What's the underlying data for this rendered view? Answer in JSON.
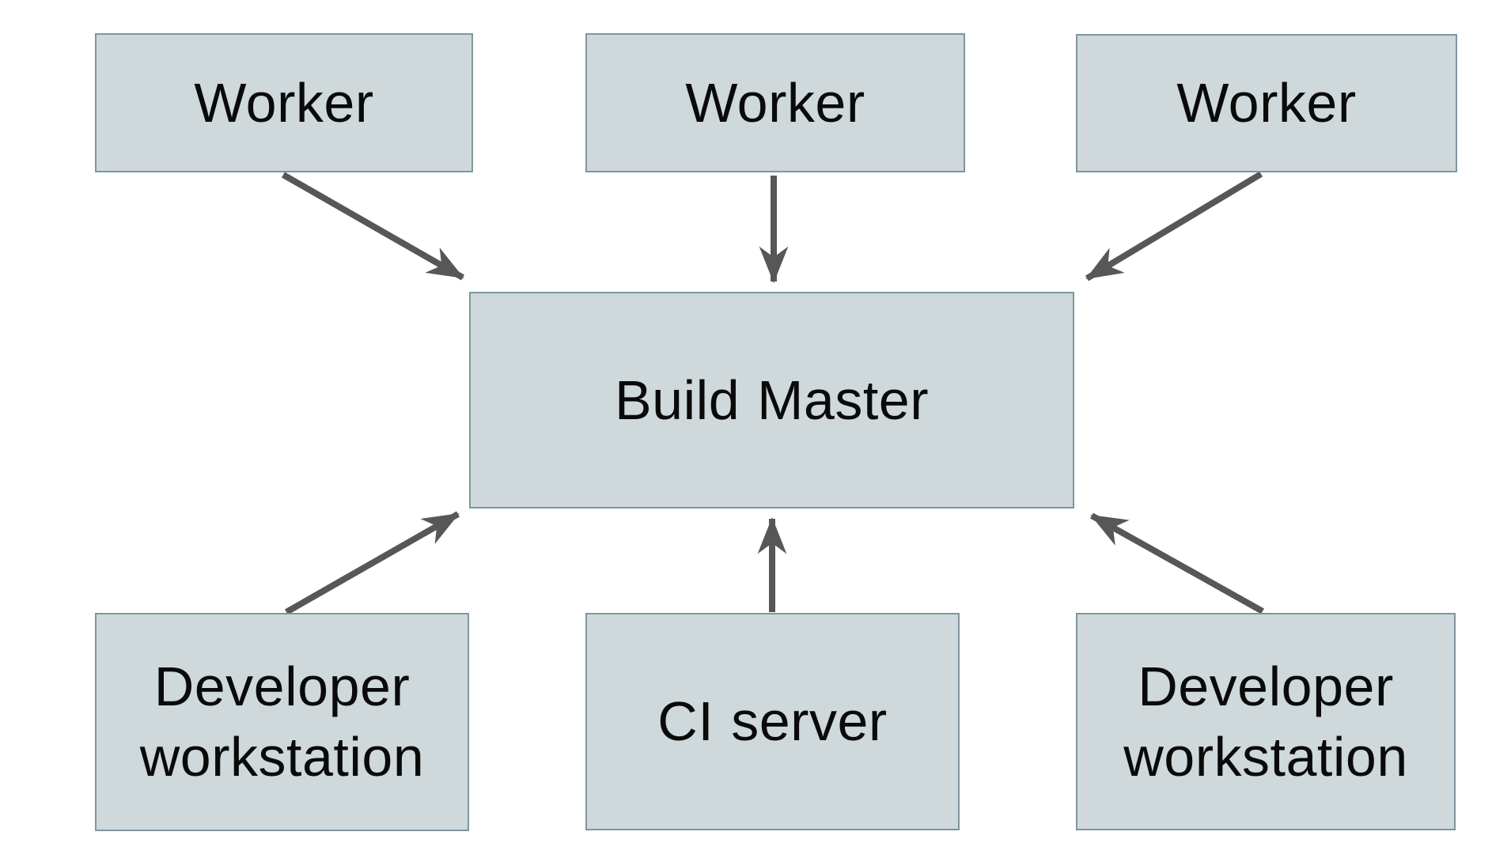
{
  "diagram": {
    "nodes": {
      "worker1": {
        "label": "Worker"
      },
      "worker2": {
        "label": "Worker"
      },
      "worker3": {
        "label": "Worker"
      },
      "buildMaster": {
        "label": "Build Master"
      },
      "devLeft": {
        "label": "Developer workstation"
      },
      "ciServer": {
        "label": "CI server"
      },
      "devRight": {
        "label": "Developer workstation"
      }
    },
    "edges": [
      {
        "from": "worker1",
        "to": "buildMaster"
      },
      {
        "from": "worker2",
        "to": "buildMaster"
      },
      {
        "from": "worker3",
        "to": "buildMaster"
      },
      {
        "from": "devLeft",
        "to": "buildMaster"
      },
      {
        "from": "ciServer",
        "to": "buildMaster"
      },
      {
        "from": "devRight",
        "to": "buildMaster"
      }
    ],
    "colors": {
      "node_fill": "#cfd8da",
      "node_border": "#7e96a0",
      "arrow": "#575757",
      "text": "#0a0a0a",
      "background": "#ffffff"
    }
  }
}
